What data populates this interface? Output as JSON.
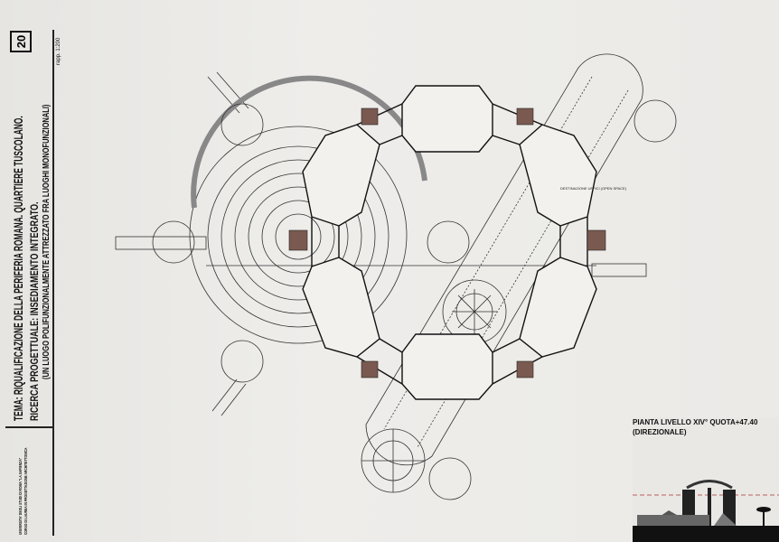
{
  "title_block": {
    "number": "20",
    "theme": "TEMA: RIQUALIFICAZIONE DELLA PERIFERIA ROMANA. QUARTIERE TUSCOLANO.",
    "research": "RICERCA PROGETTUALE: INSEDIAMENTO INTEGRATO.",
    "subtitle": "(UN LUOGO POLIFUNZIONALMENTE ATTREZZATO FRA LUOGHI MONOFUNZIONALI)",
    "scale": "rapp. 1:200",
    "credits": [
      "UNIVERSITA' DEGLI STUDI DI ROMA \"LA SAPIENZA\"",
      "CORSO DI LAUREA IN PROGETTAZIONE ARCHITETTONICA"
    ]
  },
  "plan": {
    "annotation": "DESTINAZIONE UFFICI (OPEN SPACE)"
  },
  "legend": {
    "title_line1": "PIANTA LIVELLO XIV° QUOTA+47.40",
    "title_line2": "(DIREZIONALE)"
  }
}
